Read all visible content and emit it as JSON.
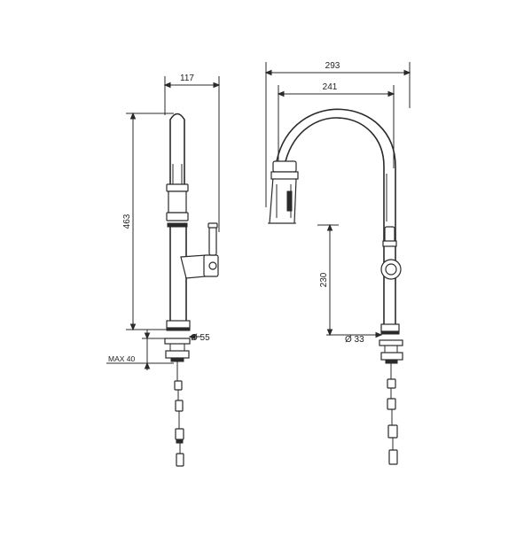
{
  "side_view": {
    "dim_width": "117",
    "dim_height": "463",
    "dim_base_diameter": "Ø 55",
    "dim_max_deck": "MAX 40"
  },
  "front_view": {
    "dim_overall_reach": "293",
    "dim_spout_reach": "241",
    "dim_spout_height": "230",
    "dim_base_diameter": "Ø 33"
  }
}
